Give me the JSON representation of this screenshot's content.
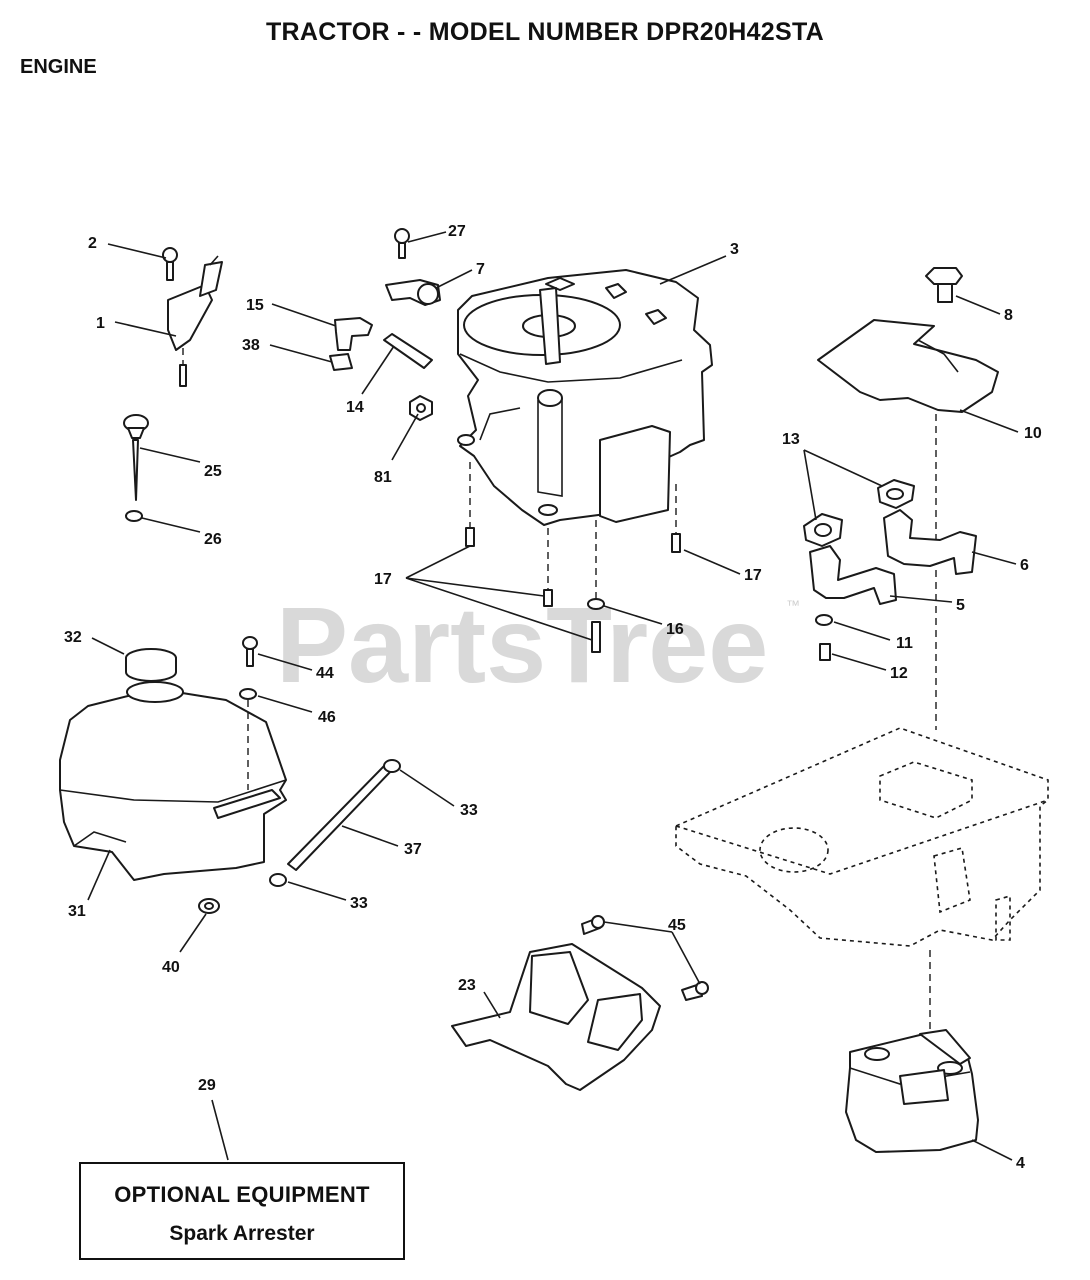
{
  "header": {
    "title": "TRACTOR - - MODEL NUMBER DPR20H42STA",
    "section": "ENGINE"
  },
  "watermark": {
    "text": "PartsTree",
    "trademark": "™"
  },
  "callouts": {
    "c1": "1",
    "c2": "2",
    "c3": "3",
    "c4": "4",
    "c5": "5",
    "c6": "6",
    "c7": "7",
    "c8": "8",
    "c10": "10",
    "c11": "11",
    "c12": "12",
    "c13": "13",
    "c14": "14",
    "c15": "15",
    "c16": "16",
    "c17": "17",
    "c23": "23",
    "c25": "25",
    "c26": "26",
    "c27": "27",
    "c29": "29",
    "c31": "31",
    "c32": "32",
    "c33": "33",
    "c37": "37",
    "c38": "38",
    "c40": "40",
    "c44": "44",
    "c45": "45",
    "c46": "46",
    "c81": "81"
  },
  "optional_equipment": {
    "title": "OPTIONAL EQUIPMENT",
    "item": "Spark Arrester"
  }
}
